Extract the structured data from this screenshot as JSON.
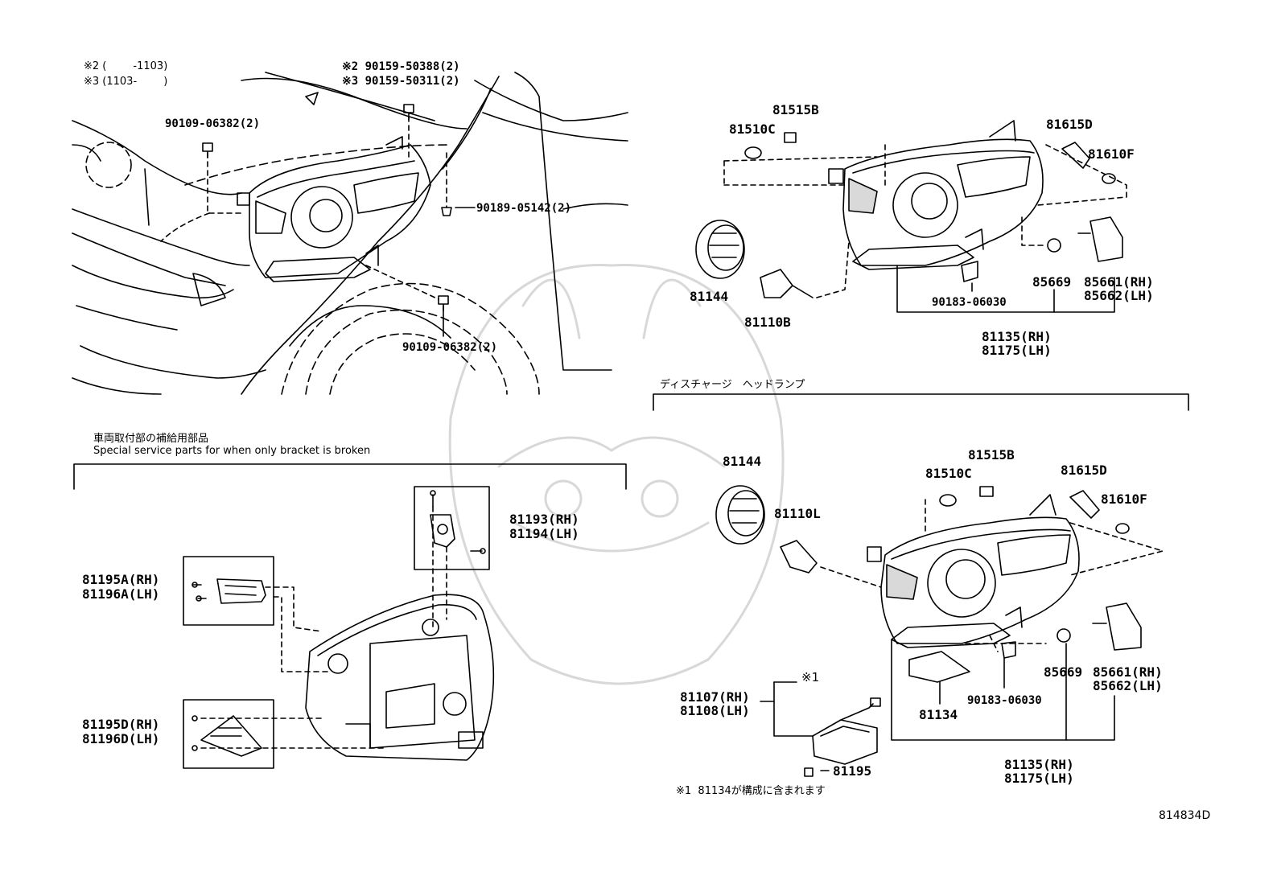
{
  "notes": {
    "top_left_1": "※2 (        -1103)",
    "top_left_2": "※3 (1103-        )",
    "footnote": "※1  81134が構成に含まれます",
    "marker_1": "※1",
    "diagram_code": "814834D"
  },
  "sections": {
    "special_jp": "車両取付部の補給用部品",
    "special_en": "Special service parts for when only bracket is broken",
    "discharge": "ディスチャージ　ヘッドランプ"
  },
  "parts": {
    "bolt_top_a": "※2 90159-50388(2)",
    "bolt_top_b": "※3 90159-50311(2)",
    "screw_left": "90109-06382(2)",
    "clip_right": "90189-05142(2)",
    "screw_bottom": "90109-06382(2)",
    "tr_81515B": "81515B",
    "tr_81510C": "81510C",
    "tr_81615D": "81615D",
    "tr_81610F": "81610F",
    "tr_81144": "81144",
    "tr_81110B": "81110B",
    "tr_90183": "90183-06030",
    "tr_85669": "85669",
    "tr_85661": "85661(RH)",
    "tr_85662": "85662(LH)",
    "tr_81135": "81135(RH)",
    "tr_81175": "81175(LH)",
    "bl_81193": "81193(RH)",
    "bl_81194": "81194(LH)",
    "bl_81195A": "81195A(RH)",
    "bl_81196A": "81196A(LH)",
    "bl_81195D": "81195D(RH)",
    "bl_81196D": "81196D(LH)",
    "br_81144": "81144",
    "br_81110L": "81110L",
    "br_81515B": "81515B",
    "br_81510C": "81510C",
    "br_81615D": "81615D",
    "br_81610F": "81610F",
    "br_85669": "85669",
    "br_85661": "85661(RH)",
    "br_85662": "85662(LH)",
    "br_90183": "90183-06030",
    "br_81134": "81134",
    "br_81107": "81107(RH)",
    "br_81108": "81108(LH)",
    "br_81195": "81195",
    "br_81135": "81135(RH)",
    "br_81175": "81175(LH)"
  },
  "icons": [
    "headlamp-assembly-drawing",
    "bulb-icon",
    "bolt-icon",
    "ballast-unit-drawing",
    "watermark-emblem"
  ]
}
